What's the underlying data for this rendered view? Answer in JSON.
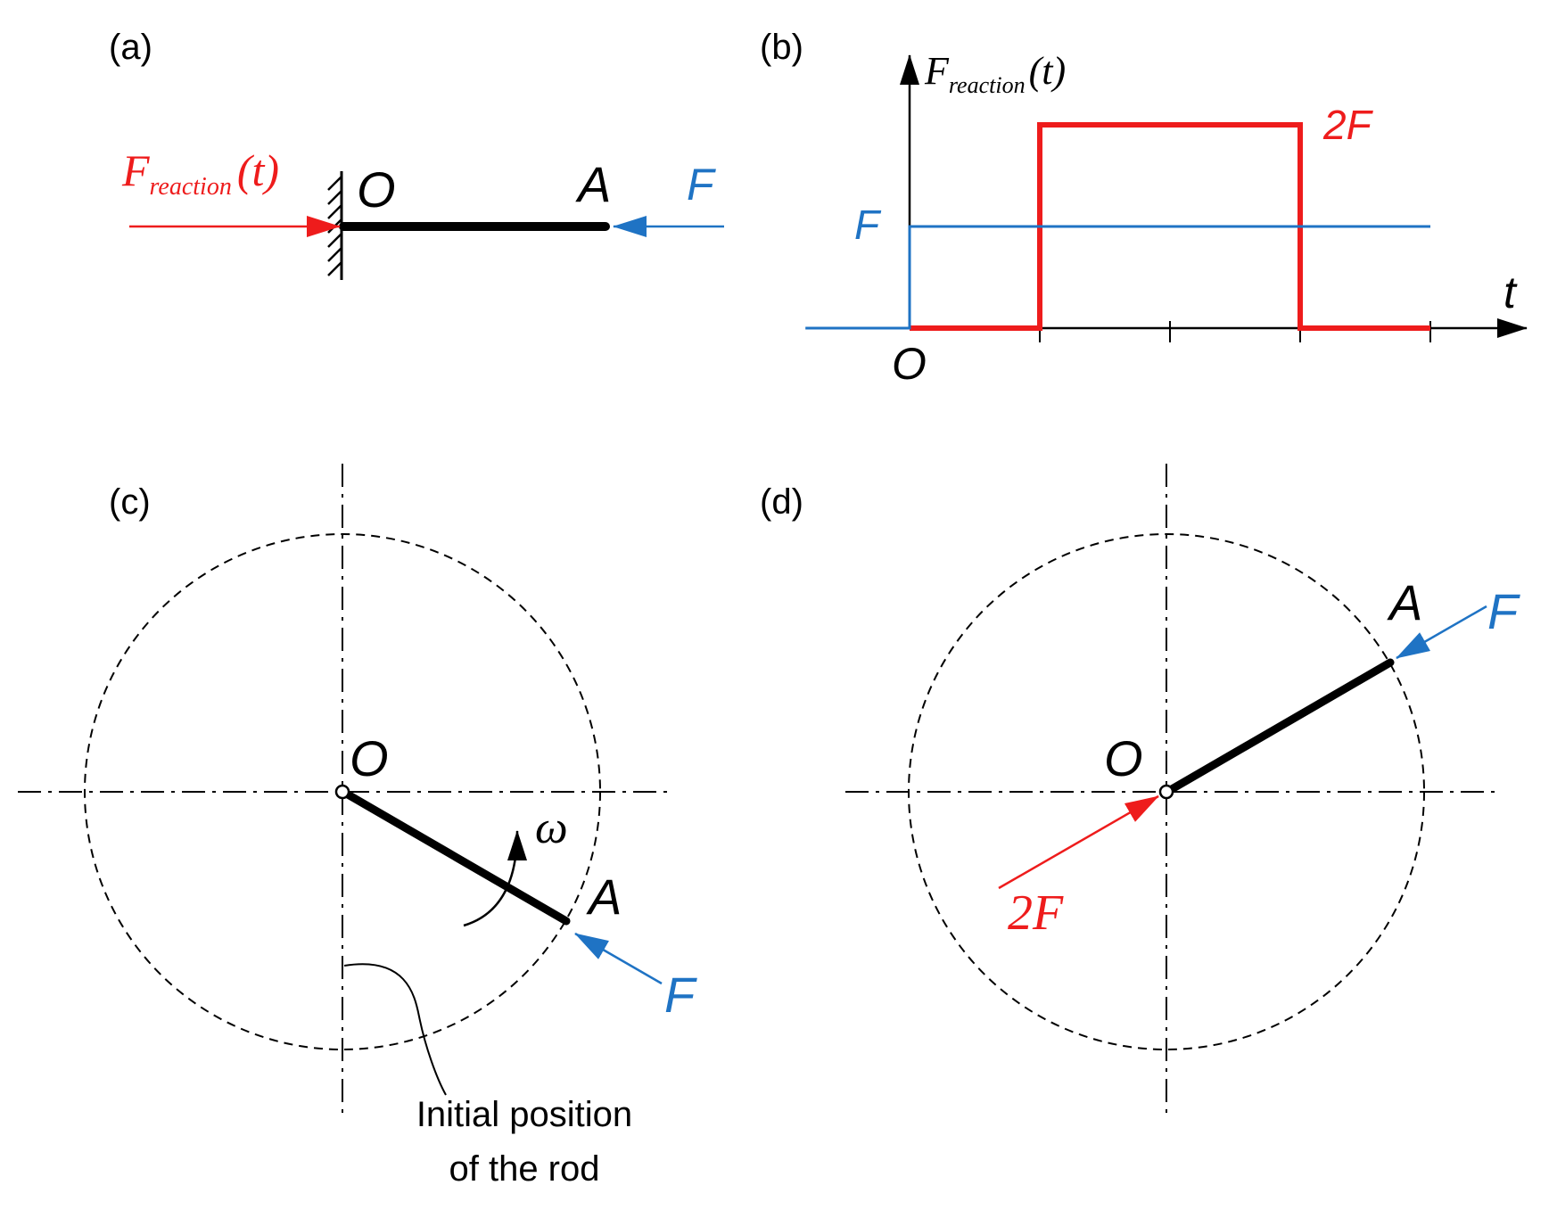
{
  "colors": {
    "reaction": "#ee1c1c",
    "applied": "#1f73c4",
    "rod": "#000000",
    "construction": "#000000"
  },
  "panel_a": {
    "label": "(a)",
    "reaction_symbol": "F",
    "reaction_subscript": "reaction",
    "reaction_arg": "(t)",
    "point_o": "O",
    "point_a": "A",
    "force": "F"
  },
  "panel_b": {
    "label": "(b)",
    "y_symbol": "F",
    "y_subscript": "reaction",
    "y_arg": "(t)",
    "x_symbol": "t",
    "origin": "O",
    "level_blue": "F",
    "level_red": "2F"
  },
  "chart_data": {
    "type": "line",
    "ylabel": "Freaction(t)",
    "xlabel": "t",
    "x_ticks": [
      1,
      2,
      3,
      4
    ],
    "series": [
      {
        "color": "#1f73c4",
        "points": [
          [
            -0.8,
            0
          ],
          [
            0,
            0
          ],
          [
            0,
            1
          ],
          [
            4,
            1
          ]
        ]
      },
      {
        "color": "#ee1c1c",
        "points": [
          [
            0,
            0
          ],
          [
            1,
            0
          ],
          [
            1,
            2
          ],
          [
            3,
            2
          ],
          [
            3,
            0
          ],
          [
            4,
            0
          ]
        ]
      }
    ],
    "y_levels": {
      "F": 1,
      "2F": 2
    }
  },
  "panel_c": {
    "label": "(c)",
    "point_o": "O",
    "point_a": "A",
    "force": "F",
    "omega": "ω",
    "rod_angle_below_horizontal_deg": 30,
    "note_line1": "Initial position",
    "note_line2": "of the rod"
  },
  "panel_d": {
    "label": "(d)",
    "point_o": "O",
    "point_a": "A",
    "force": "F",
    "reaction": "2F",
    "rod_angle_above_horizontal_deg": 30
  }
}
